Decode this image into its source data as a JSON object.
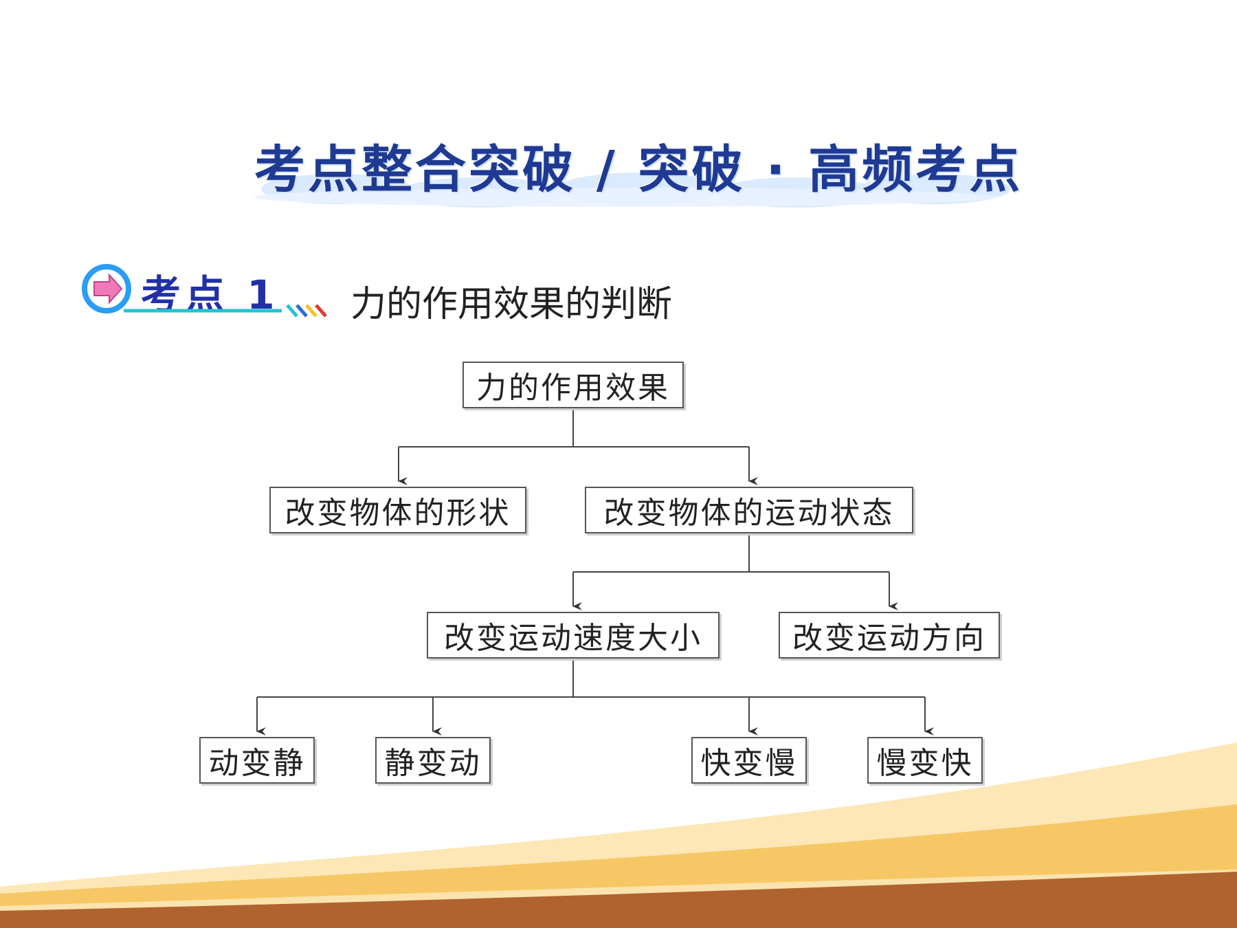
{
  "header": {
    "title": "考点整合突破 / 突破 · 高频考点"
  },
  "section": {
    "label": "考点 1",
    "topic": "力的作用效果的判断"
  },
  "diagram": {
    "root": "力的作用效果",
    "level1": [
      "改变物体的形状",
      "改变物体的运动状态"
    ],
    "level2": [
      "改变运动速度大小",
      "改变运动方向"
    ],
    "level3": [
      "动变静",
      "静变动",
      "快变慢",
      "慢变快"
    ]
  },
  "colors": {
    "title_blue": "#1f3a93",
    "label_blue": "#2230a8",
    "wave_brown": "#b0632f",
    "wave_orange": "#f6b94d",
    "wave_light": "#fde3a8"
  }
}
